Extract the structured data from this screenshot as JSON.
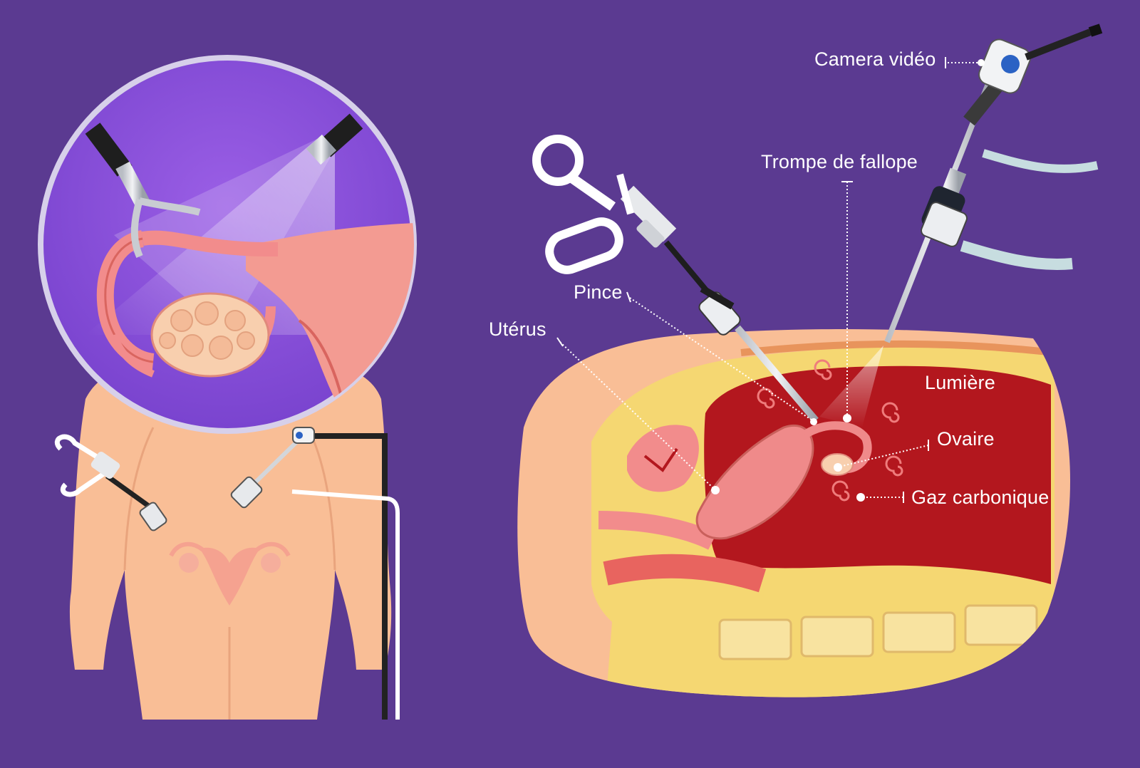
{
  "labels": {
    "camera": "Camera vidéo",
    "trompe": "Trompe de fallope",
    "pince": "Pince",
    "uterus": "Utérus",
    "lumiere": "Lumière",
    "ovaire": "Ovaire",
    "gaz": "Gaz carbonique"
  },
  "icons": {
    "camera_badge": "HD VIDEO"
  },
  "colors": {
    "background": "#5b3a91",
    "skin": "#f9be96",
    "fat": "#f5d772",
    "cavity": "#b3171e",
    "organ": "#ef8a8a",
    "zoom_circle": "#7e49d4"
  }
}
